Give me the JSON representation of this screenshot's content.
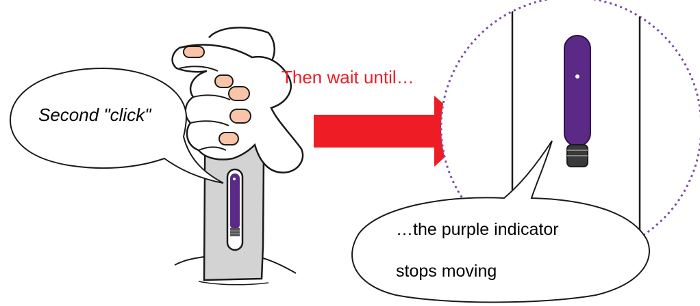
{
  "labels": {
    "second_click": "Second \"click\"",
    "then_wait": "Then wait until…",
    "indicator_line1": "…the purple indicator",
    "indicator_line2": "stops moving"
  },
  "colors": {
    "arrow": "#ee1c24",
    "then_wait_text": "#ee1c24",
    "indicator": "#5b2a86",
    "zoom_border": "#7c4aa8",
    "device_body": "#d3d3d3",
    "outline": "#1a1a1a"
  }
}
